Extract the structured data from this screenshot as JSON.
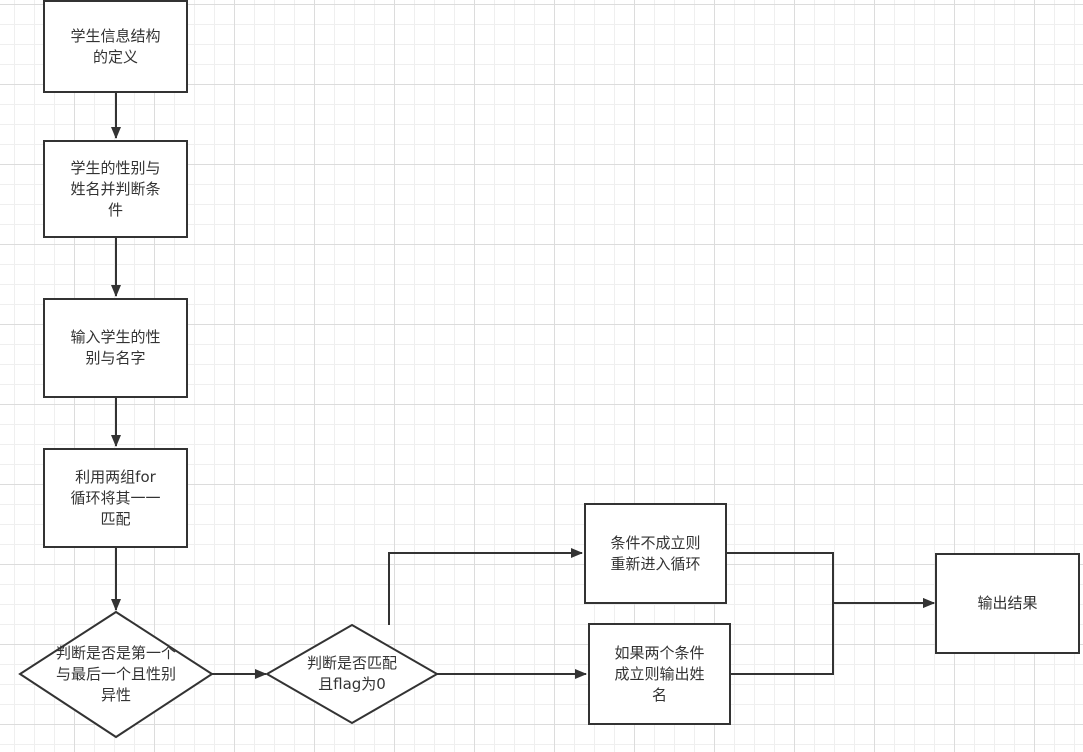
{
  "colors": {
    "stroke": "#333333",
    "fill": "#ffffff",
    "grid": "#dcdcdc"
  },
  "nodes": {
    "define_struct": "学生信息结构\n的定义",
    "gender_name_condition": "学生的性别与\n姓名并判断条\n件",
    "input_gender_name": "输入学生的性\n别与名字",
    "for_loop_match": "利用两组for\n循环将其一一\n匹配",
    "judge_first_last": "判断是否是第一个\n与最后一个且性别\n异性",
    "judge_match_flag": "判断是否匹配\n且flag为0",
    "condition_false_reloop": "条件不成立则\n重新进入循环",
    "condition_true_output": "如果两个条件\n成立则输出姓\n名",
    "output_result": "输出结果"
  }
}
